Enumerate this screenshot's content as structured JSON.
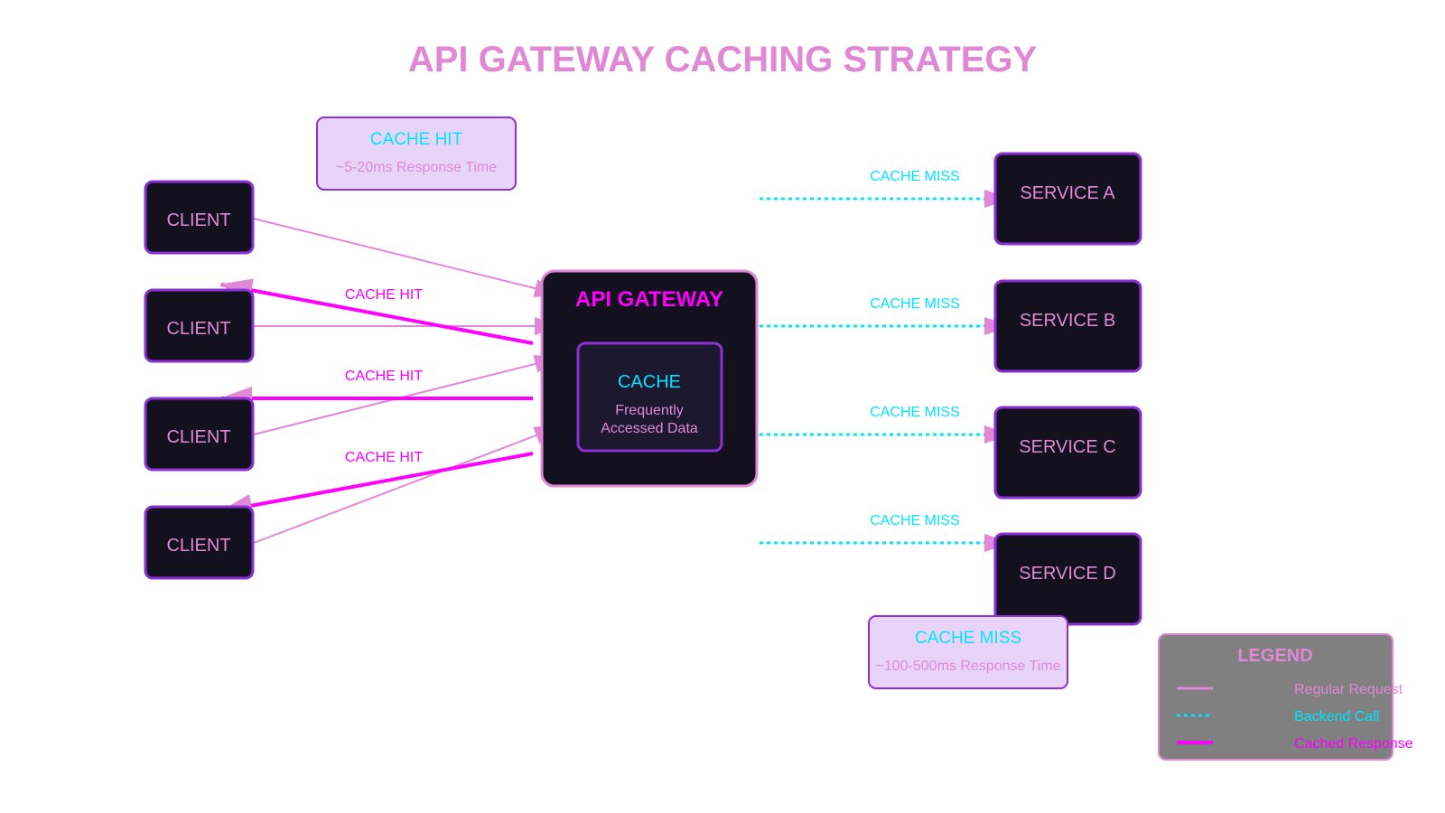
{
  "title": "API GATEWAY CACHING STRATEGY",
  "colors": {
    "title": "#e088d6",
    "node_fill": "#14111f",
    "node_stroke": "#8b2fd6",
    "gateway_stroke": "#e088d6",
    "gateway_title": "#ff00ff",
    "cache_fill": "#1b1830",
    "cyan": "#00e5ff",
    "pink": "#e088d6",
    "magenta": "#ff00ff",
    "info_fill": "#e8d4f8",
    "legend_fill": "#808080"
  },
  "clients": [
    {
      "label": "CLIENT"
    },
    {
      "label": "CLIENT"
    },
    {
      "label": "CLIENT"
    },
    {
      "label": "CLIENT"
    }
  ],
  "gateway": {
    "title": "API GATEWAY",
    "cache_title": "CACHE",
    "cache_desc_line1": "Frequently",
    "cache_desc_line2": "Accessed Data"
  },
  "services": [
    {
      "label": "SERVICE A",
      "edge_label": "CACHE MISS"
    },
    {
      "label": "SERVICE B",
      "edge_label": "CACHE MISS"
    },
    {
      "label": "SERVICE C",
      "edge_label": "CACHE MISS"
    },
    {
      "label": "SERVICE D",
      "edge_label": "CACHE MISS"
    }
  ],
  "cache_hit_labels": [
    "CACHE HIT",
    "CACHE HIT",
    "CACHE HIT"
  ],
  "info_hit": {
    "title": "CACHE HIT",
    "desc": "~5-20ms Response Time"
  },
  "info_miss": {
    "title": "CACHE MISS",
    "desc": "~100-500ms Response Time"
  },
  "legend": {
    "title": "LEGEND",
    "items": [
      {
        "label": "Regular Request",
        "style": "solid-thin",
        "color": "#e088d6"
      },
      {
        "label": "Backend Call",
        "style": "dotted",
        "color": "#00e5ff"
      },
      {
        "label": "Cached Response",
        "style": "solid-thick",
        "color": "#ff00ff"
      }
    ]
  }
}
